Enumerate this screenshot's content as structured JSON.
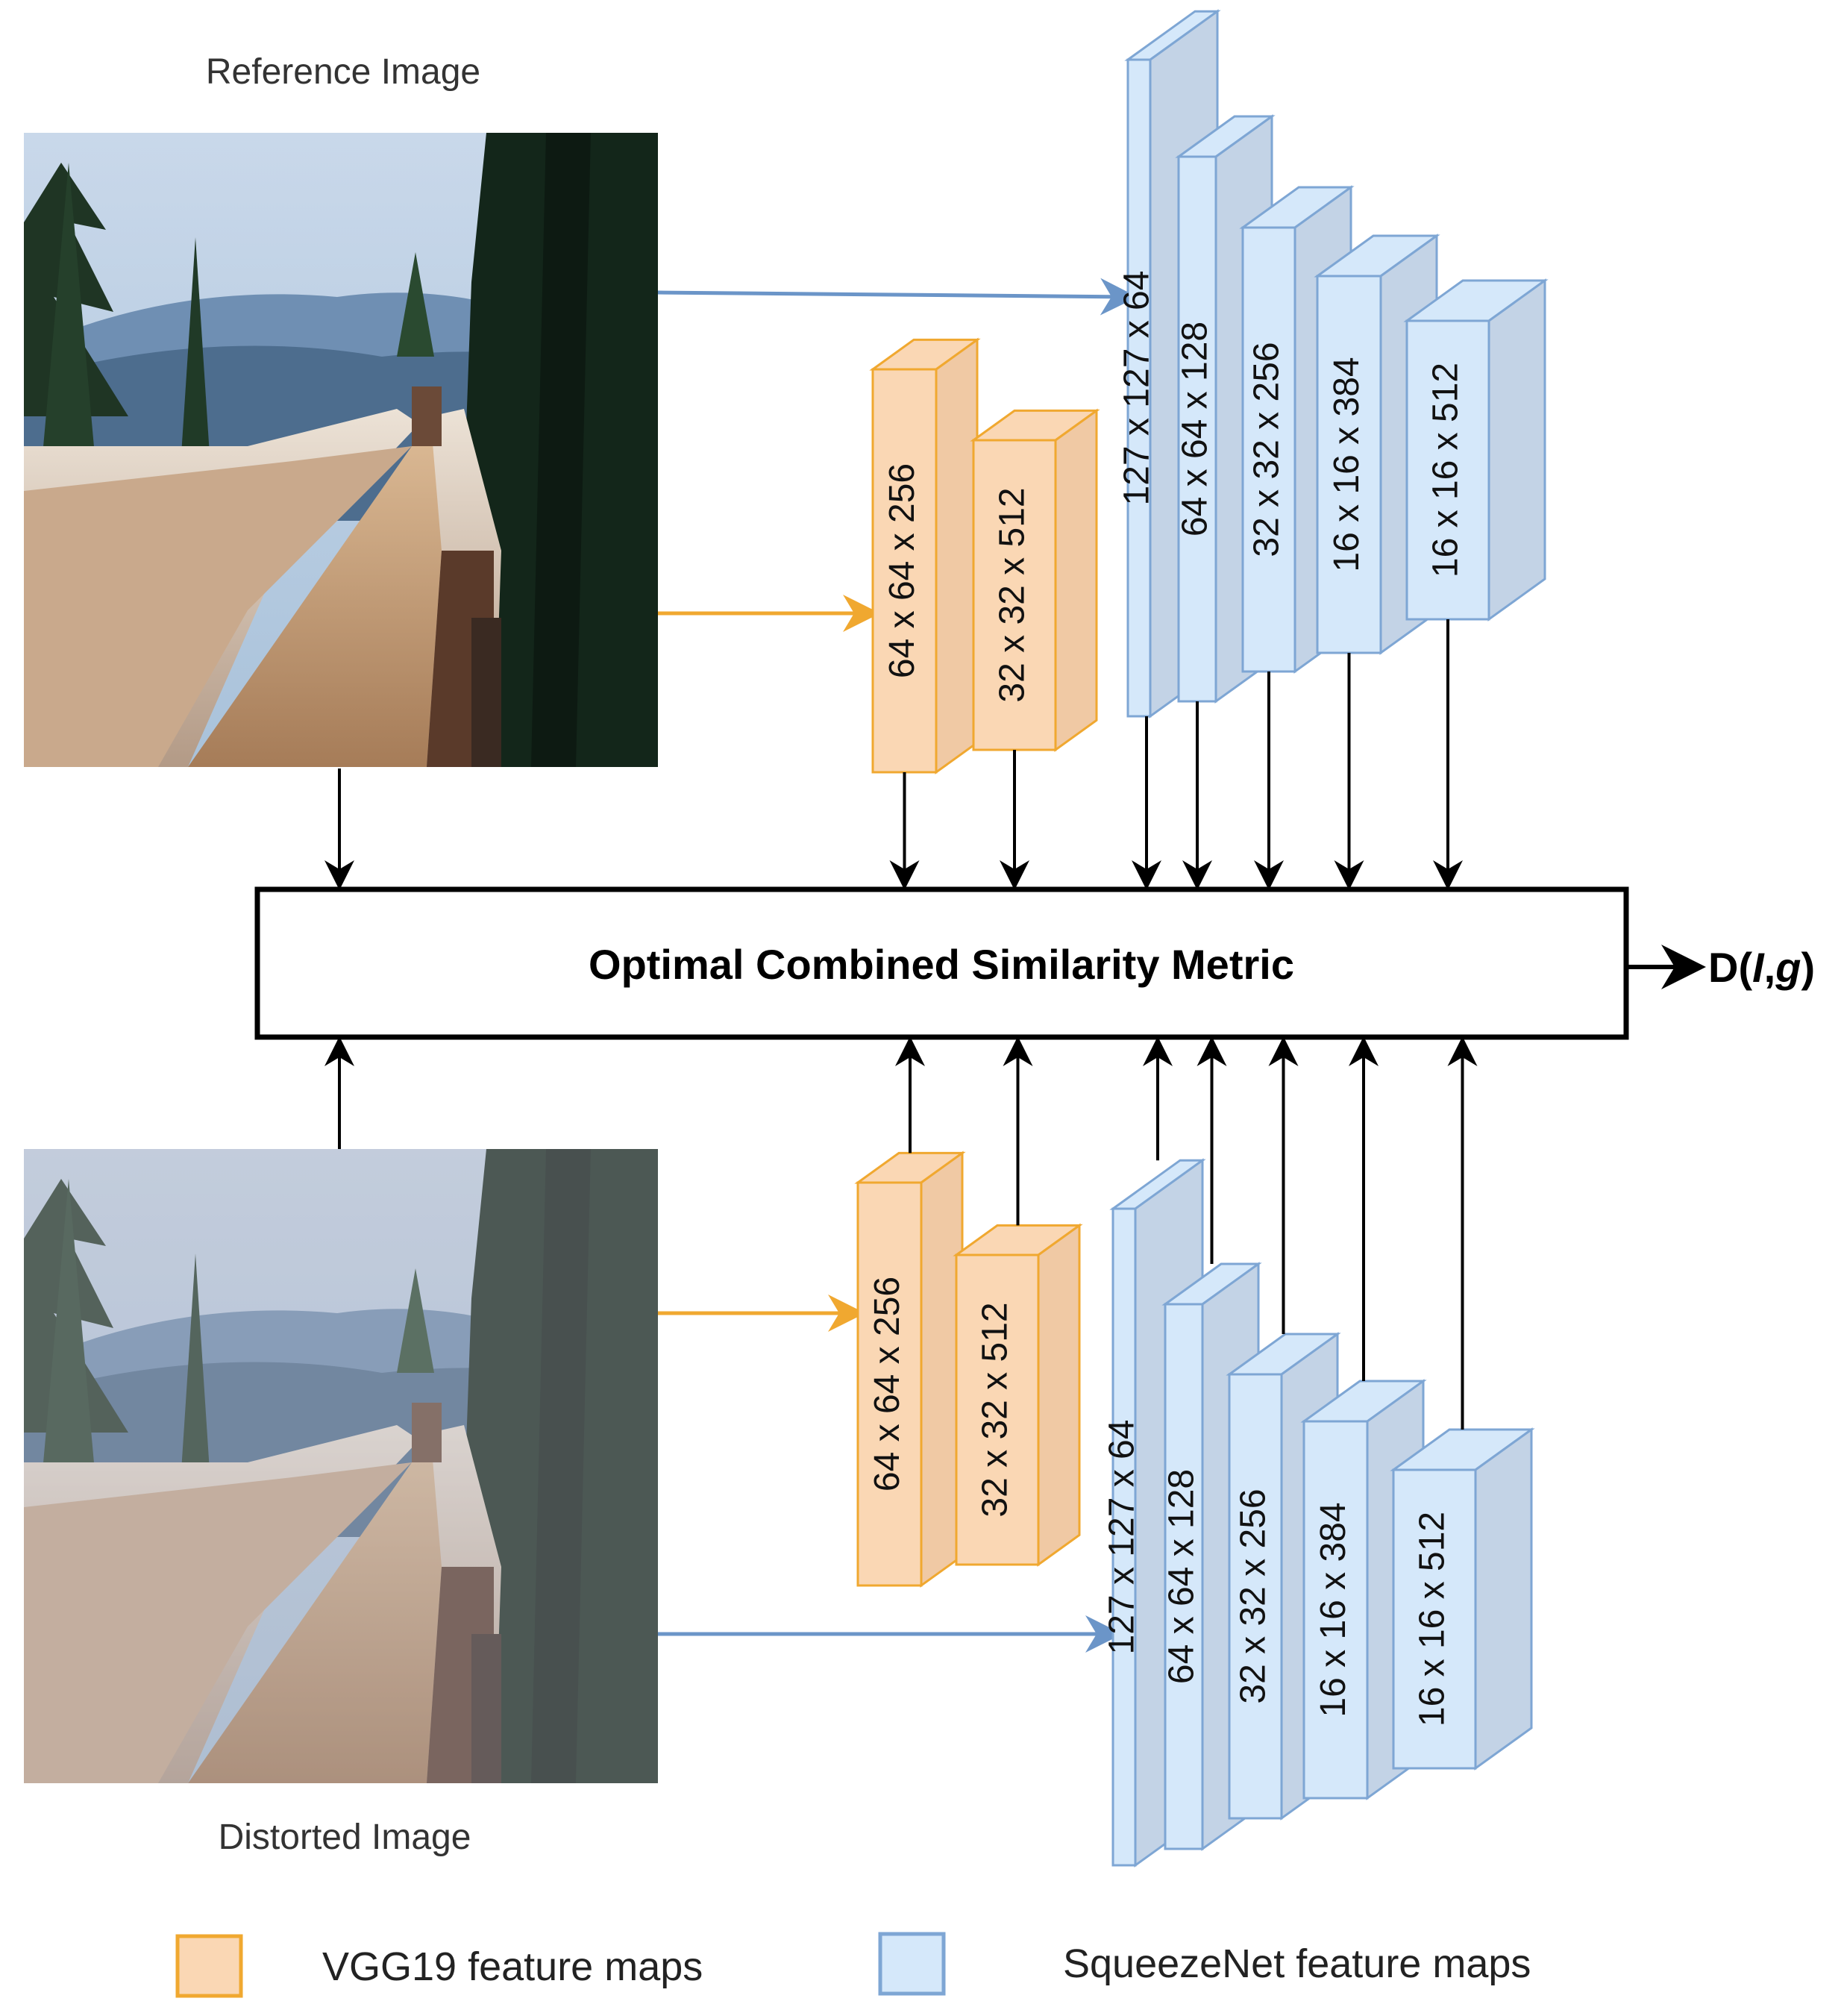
{
  "images": {
    "reference_label": "Reference Image",
    "distorted_label": "Distorted Image"
  },
  "metric": {
    "label": "Optimal Combined Similarity Metric",
    "output_prefix": "D(",
    "output_var1": "I",
    "output_sep": ",",
    "output_var2": "g",
    "output_suffix": ")"
  },
  "vgg_maps": [
    "64 x 64 x 256",
    "32 x 32 x 512"
  ],
  "squeeze_maps": [
    "127 x 127 x 64",
    "64 x 64 x 128",
    "32 x 32 x 256",
    "16 x 16 x 384",
    "16 x 16 x 512"
  ],
  "legend": {
    "vgg": "VGG19 feature maps",
    "squeeze": "SqueezeNet feature maps"
  },
  "colors": {
    "vgg_fill": "#fad7b4",
    "vgg_side": "#f0c9a4",
    "vgg_stroke": "#f0a830",
    "squeeze_fill": "#d5e8fa",
    "squeeze_side": "#c3d3e6",
    "squeeze_stroke": "#7ea6d4",
    "vgg_arrow": "#f0a830",
    "squeeze_arrow": "#6b95c8"
  }
}
